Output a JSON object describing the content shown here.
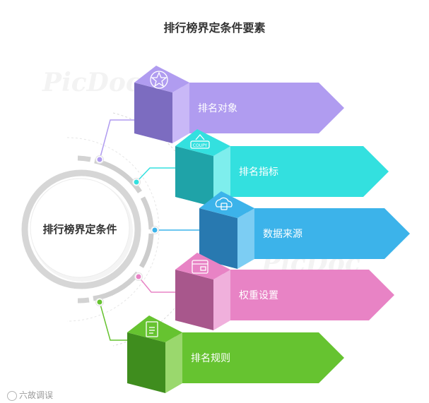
{
  "title": "排行榜界定条件要素",
  "center_label": "排行榜界定条件",
  "items": [
    {
      "label": "排名对象",
      "icon": "star-badge-icon",
      "color": "#b09cf0",
      "dark": "#7c6cc0",
      "light": "#c9b8f7"
    },
    {
      "label": "排名指标",
      "icon": "coupon-icon",
      "color": "#33e0df",
      "dark": "#1fa3a8",
      "light": "#7eeeed",
      "icon_text": "COUPY"
    },
    {
      "label": "数据来源",
      "icon": "cloud-database-icon",
      "color": "#3cb3ea",
      "dark": "#2879b0",
      "light": "#7ccdf3"
    },
    {
      "label": "权重设置",
      "icon": "browser-window-icon",
      "color": "#e883c5",
      "dark": "#a8578c",
      "light": "#f0b0dc"
    },
    {
      "label": "排名规则",
      "icon": "document-icon",
      "color": "#66c330",
      "dark": "#3f8d1e",
      "light": "#9ad86d"
    }
  ],
  "footer": "六故调误",
  "watermarks": [
    "PicDoc",
    "PicDoc"
  ]
}
